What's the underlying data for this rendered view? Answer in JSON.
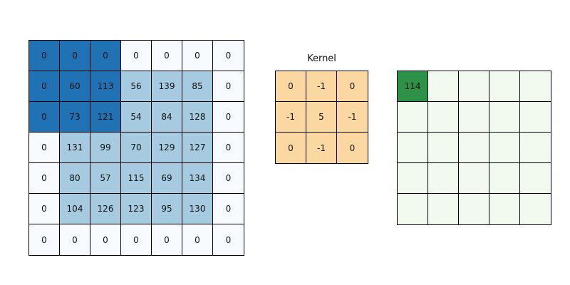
{
  "background": "#ffffff",
  "border_color": "#000000",
  "text_color": "#111111",
  "input_grid": {
    "rows": 7,
    "cols": 7,
    "cell_name": "input-cell",
    "values": [
      [
        "0",
        "0",
        "0",
        "0",
        "0",
        "0",
        "0"
      ],
      [
        "0",
        "60",
        "113",
        "56",
        "139",
        "85",
        "0"
      ],
      [
        "0",
        "73",
        "121",
        "54",
        "84",
        "128",
        "0"
      ],
      [
        "0",
        "131",
        "99",
        "70",
        "129",
        "127",
        "0"
      ],
      [
        "0",
        "80",
        "57",
        "115",
        "69",
        "134",
        "0"
      ],
      [
        "0",
        "104",
        "126",
        "123",
        "95",
        "130",
        "0"
      ],
      [
        "0",
        "0",
        "0",
        "0",
        "0",
        "0",
        "0"
      ]
    ],
    "cell_styles": [
      [
        "hl",
        "hl",
        "hl",
        "pad",
        "pad",
        "pad",
        "pad"
      ],
      [
        "hl",
        "hl",
        "hl",
        "int",
        "int",
        "int",
        "pad"
      ],
      [
        "hl",
        "hl",
        "hl",
        "int",
        "int",
        "int",
        "pad"
      ],
      [
        "pad",
        "int",
        "int",
        "int",
        "int",
        "int",
        "pad"
      ],
      [
        "pad",
        "int",
        "int",
        "int",
        "int",
        "int",
        "pad"
      ],
      [
        "pad",
        "int",
        "int",
        "int",
        "int",
        "int",
        "pad"
      ],
      [
        "pad",
        "pad",
        "pad",
        "pad",
        "pad",
        "pad",
        "pad"
      ]
    ],
    "style_colors": {
      "hl": "#2171b5",
      "int": "#a6cbe0",
      "pad": "#f7fbff"
    }
  },
  "kernel": {
    "title": "Kernel",
    "rows": 3,
    "cols": 3,
    "cell_name": "kernel-cell",
    "values": [
      [
        "0",
        "-1",
        "0"
      ],
      [
        "-1",
        "5",
        "-1"
      ],
      [
        "0",
        "-1",
        "0"
      ]
    ],
    "cell_styles": [
      [
        "fill",
        "fill",
        "fill"
      ],
      [
        "fill",
        "fill",
        "fill"
      ],
      [
        "fill",
        "fill",
        "fill"
      ]
    ],
    "style_colors": {
      "fill": "#fbd7a2"
    }
  },
  "output_grid": {
    "rows": 5,
    "cols": 5,
    "cell_name": "output-cell",
    "values": [
      [
        "114",
        "",
        "",
        "",
        ""
      ],
      [
        "",
        "",
        "",
        "",
        ""
      ],
      [
        "",
        "",
        "",
        "",
        ""
      ],
      [
        "",
        "",
        "",
        "",
        ""
      ],
      [
        "",
        "",
        "",
        "",
        ""
      ]
    ],
    "cell_styles": [
      [
        "res",
        "emp",
        "emp",
        "emp",
        "emp"
      ],
      [
        "emp",
        "emp",
        "emp",
        "emp",
        "emp"
      ],
      [
        "emp",
        "emp",
        "emp",
        "emp",
        "emp"
      ],
      [
        "emp",
        "emp",
        "emp",
        "emp",
        "emp"
      ],
      [
        "emp",
        "emp",
        "emp",
        "emp",
        "emp"
      ]
    ],
    "style_colors": {
      "res": "#2e9148",
      "emp": "#f2f9ee"
    }
  }
}
